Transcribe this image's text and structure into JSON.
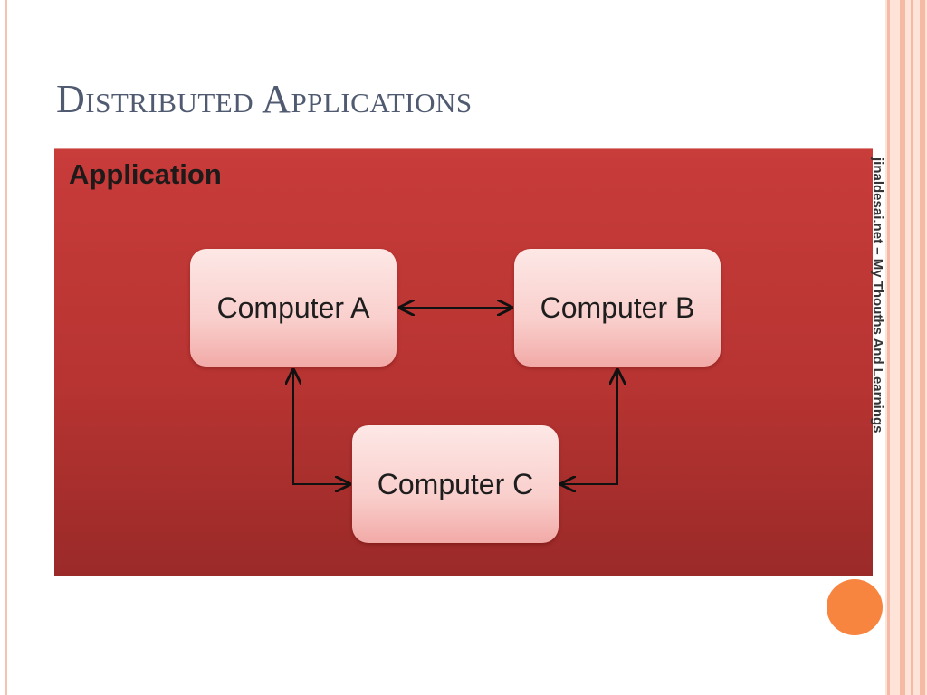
{
  "slide": {
    "title": "Distributed Applications",
    "side_text": "jinaldesai.net – My Thouths And Learnings"
  },
  "diagram": {
    "container_label": "Application",
    "nodes": [
      {
        "id": "a",
        "label": "Computer A"
      },
      {
        "id": "b",
        "label": "Computer B"
      },
      {
        "id": "c",
        "label": "Computer C"
      }
    ],
    "edges": [
      {
        "from": "a",
        "to": "b",
        "direction": "both"
      },
      {
        "from": "a",
        "to": "c",
        "direction": "both"
      },
      {
        "from": "b",
        "to": "c",
        "direction": "both"
      }
    ]
  },
  "colors": {
    "container_fill": "#c13a38",
    "node_fill": "#fbd6d3",
    "title_text": "#505a70",
    "accent_dot": "#f7843f",
    "stripe": "#f6b9a4"
  }
}
